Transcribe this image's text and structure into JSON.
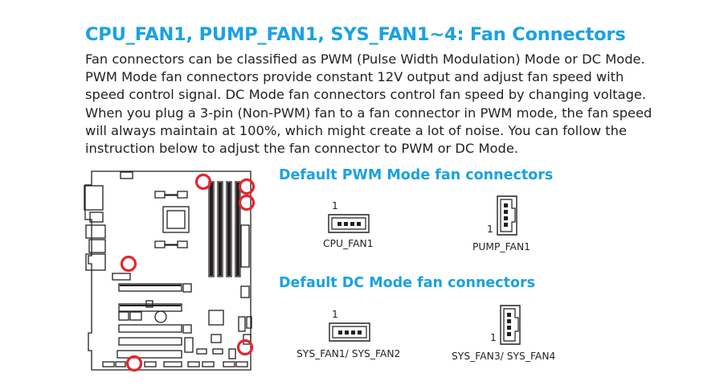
{
  "heading": "CPU_FAN1, PUMP_FAN1, SYS_FAN1~4: Fan Connectors",
  "paragraph_lines": [
    "Fan connectors can be classified as PWM (Pulse Width Modulation) Mode or DC Mode.",
    "PWM Mode fan connectors provide constant 12V output and adjust fan speed with",
    "speed control signal. DC Mode fan connectors control fan speed by changing voltage.",
    "When you plug a 3-pin (Non-PWM) fan to a fan connector in PWM mode, the fan speed",
    "will always maintain at 100%, which might create a lot of noise. You can follow the",
    "instruction below to adjust the fan connector to PWM or DC Mode."
  ],
  "pwm_section": {
    "title": "Default PWM Mode fan connectors",
    "connectors": [
      {
        "label": "CPU_FAN1",
        "pin_label": "1",
        "orientation": "horizontal",
        "pins": 4
      },
      {
        "label": "PUMP_FAN1",
        "pin_label": "1",
        "orientation": "vertical",
        "pins": 4
      }
    ]
  },
  "dc_section": {
    "title": "Default DC Mode fan connectors",
    "connectors": [
      {
        "label": "SYS_FAN1/ SYS_FAN2",
        "pin_label": "1",
        "orientation": "horizontal",
        "pins": 4
      },
      {
        "label": "SYS_FAN3/ SYS_FAN4",
        "pin_label": "1",
        "orientation": "vertical",
        "pins": 4
      }
    ]
  },
  "colors": {
    "heading": "#1ba1e2",
    "text": "#231f20",
    "highlight": "#e3262d"
  },
  "board_highlight_count": 6
}
